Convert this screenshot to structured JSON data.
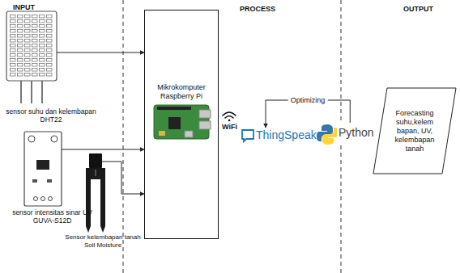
{
  "diagram": {
    "nodes": [
      {
        "text": [
          "sensor suhu dan kelembapan DHT22"
        ]
      },
      {
        "text": [
          "sensor intensitas sinar UV GUVA-S12D"
        ]
      },
      {
        "text": [
          "Sensor kelembapan tanah Soil Moisture"
        ]
      },
      {
        "text": [
          "Mikrokomputer Raspberry Pi"
        ]
      },
      {
        "text": [
          "ThingSpeak"
        ]
      },
      {
        "text": [
          "Python"
        ]
      },
      {
        "text": [
          "Forecasting suhu,kelem bapan, UV, kelembapan tanah"
        ]
      }
    ],
    "edges": [
      {
        "from": 0,
        "to": 3,
        "arrow": "to"
      },
      {
        "from": 1,
        "to": 3,
        "arrow": "to"
      },
      {
        "from": 2,
        "to": 3,
        "arrow": "to"
      },
      {
        "from": 5,
        "to": 4,
        "label": "Optimizing",
        "arrow": "to"
      }
    ],
    "labels": [
      "INPUT",
      "PROCESS",
      "OUTPUT",
      "WiFi"
    ]
  }
}
